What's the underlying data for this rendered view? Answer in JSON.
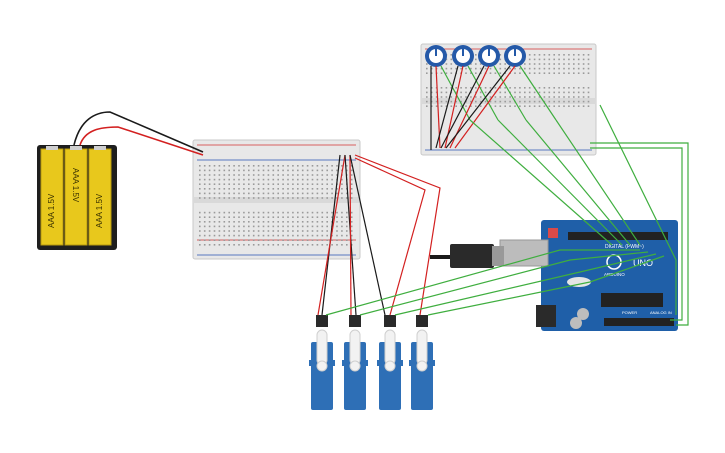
{
  "battery_pack": {
    "cells": [
      "AAA 1.5V",
      "AAA 1.5V",
      "AAA 1.5V"
    ]
  },
  "arduino": {
    "name": "UNO",
    "brand": "ARDUINO",
    "digital_header": "DIGITAL (PWM~)",
    "power_header": "POWER",
    "analog_header": "ANALOG IN"
  },
  "potentiometers": {
    "count": 4
  },
  "servos": {
    "count": 4
  },
  "colors": {
    "wire_red": "#d32020",
    "wire_black": "#1a1a1a",
    "wire_green": "#3fae3f",
    "battery_yellow": "#e8c81c",
    "board_blue": "#1f5fa8",
    "servo_blue": "#2e6fb6",
    "pot_blue": "#2459a8"
  }
}
